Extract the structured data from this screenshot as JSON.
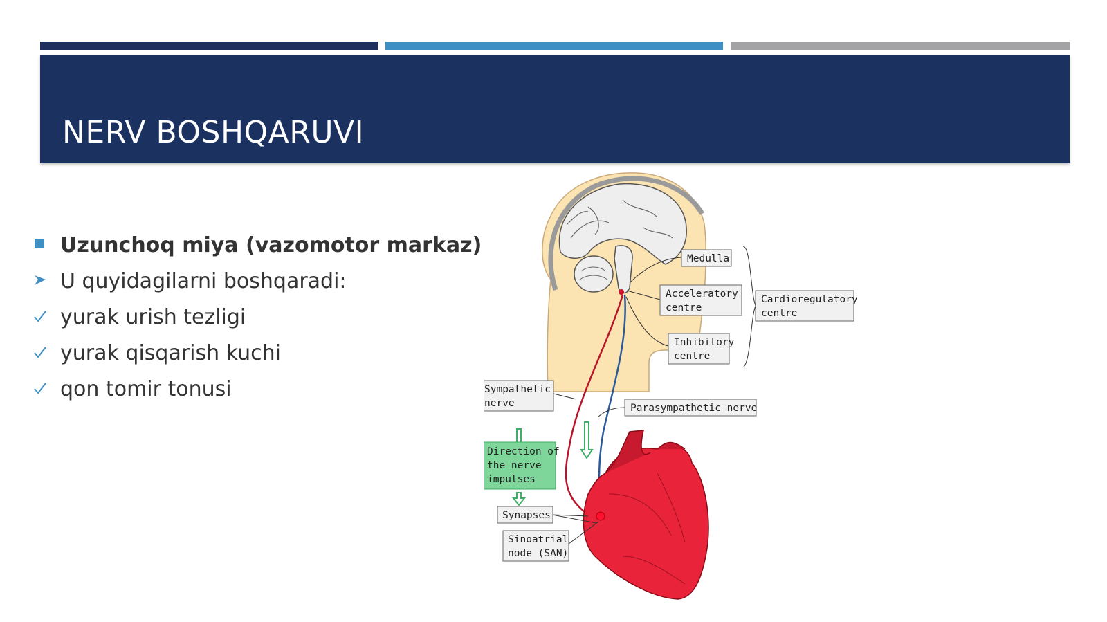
{
  "slide": {
    "title": "NERV BOSHQARUVI",
    "bullets": [
      {
        "text": "Uzunchoq miya (vazomotor markaz)",
        "marker": "square-bullet-icon",
        "bold": true
      },
      {
        "text": "U quyidagilarni boshqaradi:",
        "marker": "arrow-bullet-icon",
        "bold": false
      },
      {
        "text": "yurak urish tezligi",
        "marker": "checkmark-icon",
        "bold": false
      },
      {
        "text": "yurak qisqarish kuchi",
        "marker": "checkmark-icon",
        "bold": false
      },
      {
        "text": "qon tomir tonusi",
        "marker": "checkmark-icon",
        "bold": false
      }
    ]
  },
  "diagram": {
    "labels": {
      "medulla": "Medulla",
      "acceleratory_1": "Acceleratory",
      "acceleratory_2": "centre",
      "cardioregulatory_1": "Cardioregulatory",
      "cardioregulatory_2": "centre",
      "inhibitory_1": "Inhibitory",
      "inhibitory_2": "centre",
      "sympathetic_1": "Sympathetic",
      "sympathetic_2": "nerve",
      "parasympathetic": "Parasympathetic nerve",
      "direction_1": "Direction of",
      "direction_2": "the nerve",
      "direction_3": "impulses",
      "synapses": "Synapses",
      "san_1": "Sinoatrial",
      "san_2": "node (SAN)"
    }
  },
  "colors": {
    "header": "#1b3160",
    "bar1": "#1f2f5e",
    "bar2": "#3e8fc4",
    "bar3": "#a3a3a6",
    "bullet_accent": "#3e8fc4",
    "head_skin": "#fbe3b2",
    "heart": "#e8233a",
    "sympathetic_nerve": "#b8152a",
    "parasympathetic_nerve": "#2a5a9a",
    "direction_box": "#7ed69a"
  }
}
